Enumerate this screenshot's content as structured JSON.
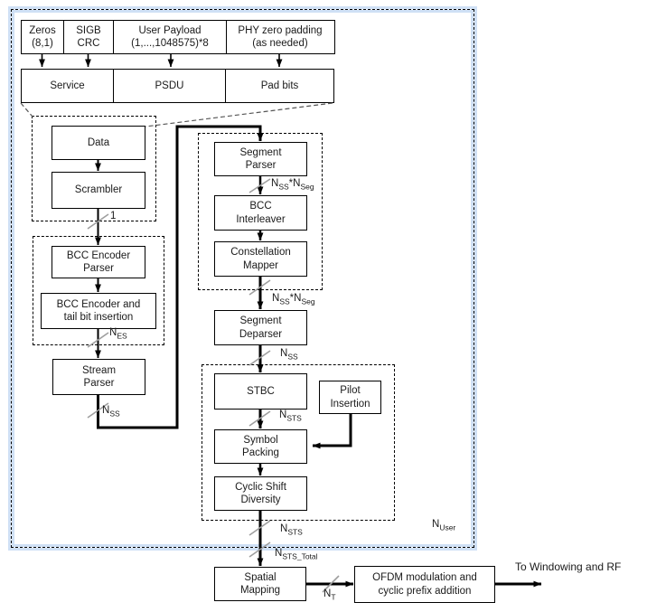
{
  "colors": {
    "line": "#000000",
    "slash_tick": "#9e9e9e",
    "box_border": "#000000",
    "highlight_band": "#cfe0f5",
    "background": "#ffffff",
    "text": "#1a1a1a"
  },
  "top_row": {
    "cells": [
      {
        "text": "Zeros\n(8,1)"
      },
      {
        "text": "SIGB\nCRC"
      },
      {
        "text": "User Payload\n(1,...,1048575)*8"
      },
      {
        "text": "PHY zero padding\n(as needed)"
      }
    ]
  },
  "frame_row": {
    "cells": [
      {
        "text": "Service"
      },
      {
        "text": "PSDU"
      },
      {
        "text": "Pad bits"
      }
    ]
  },
  "blocks": {
    "data": "Data",
    "scrambler": "Scrambler",
    "bcc_encoder_parser": "BCC Encoder\nParser",
    "bcc_encoder_tail": "BCC Encoder and\ntail bit insertion",
    "stream_parser": "Stream\nParser",
    "segment_parser": "Segment\nParser",
    "bcc_interleaver": "BCC\nInterleaver",
    "constellation_mapper": "Constellation\nMapper",
    "segment_deparser": "Segment\nDeparser",
    "stbc": "STBC",
    "pilot_insertion": "Pilot\nInsertion",
    "symbol_packing": "Symbol\nPacking",
    "cyclic_shift_diversity": "Cyclic Shift\nDiversity",
    "spatial_mapping": "Spatial\nMapping",
    "ofdm": "OFDM modulation and\ncyclic prefix addition"
  },
  "signal_labels": {
    "scrambler_out": "1",
    "n_es": {
      "base": "N",
      "sub": "ES"
    },
    "n_ss_stream": {
      "base": "N",
      "sub": "SS"
    },
    "n_ss_nseg_1": {
      "b1": "N",
      "s1": "SS",
      "b2": "*N",
      "s2": "Seg"
    },
    "n_ss_nseg_2": {
      "b1": "N",
      "s1": "SS",
      "b2": "*N",
      "s2": "Seg"
    },
    "n_ss_deparser": {
      "base": "N",
      "sub": "SS"
    },
    "n_sts_stbc": {
      "base": "N",
      "sub": "STS"
    },
    "n_sts_csd": {
      "base": "N",
      "sub": "STS"
    },
    "n_sts_total": {
      "base": "N",
      "sub": "STS_Total"
    },
    "n_t": {
      "base": "N",
      "sub": "T"
    },
    "n_user": {
      "base": "N",
      "sub": "User"
    }
  },
  "annotations": {
    "output": "To Windowing and RF"
  }
}
